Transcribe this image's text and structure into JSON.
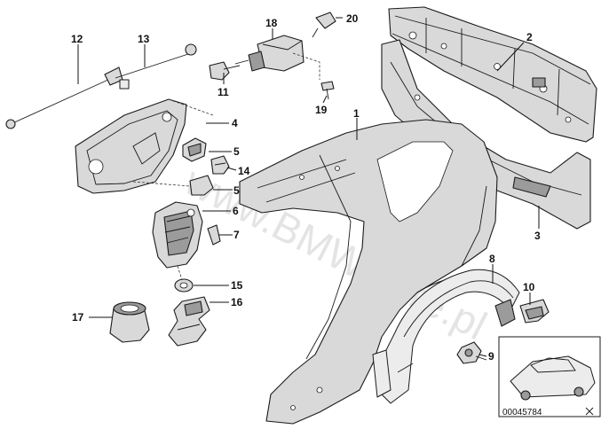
{
  "watermark": "www.BMWstore.pl",
  "reference_number": "00045784",
  "labels": {
    "p1": "1",
    "p2": "2",
    "p3": "3",
    "p4": "4",
    "p5a": "5",
    "p5b": "5",
    "p6": "6",
    "p7": "7",
    "p8": "8",
    "p9": "9",
    "p10": "10",
    "p11": "11",
    "p12": "12",
    "p13": "13",
    "p14": "14",
    "p15": "15",
    "p16": "16",
    "p17": "17",
    "p18": "18",
    "p19": "19",
    "p20": "20"
  }
}
